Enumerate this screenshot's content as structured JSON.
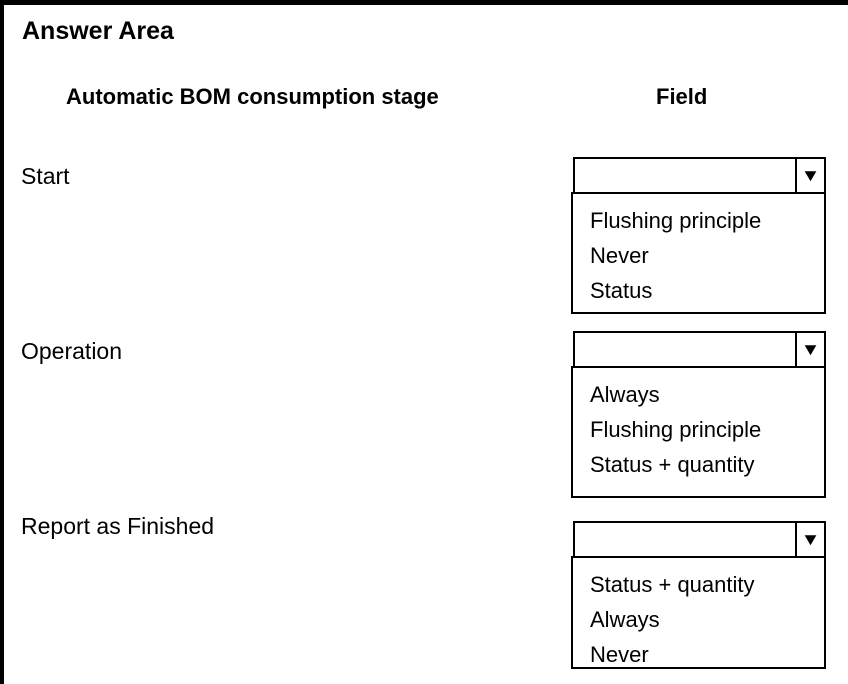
{
  "title": "Answer Area",
  "columns": {
    "stage": "Automatic BOM consumption stage",
    "field": "Field"
  },
  "icons": {
    "dropdown_arrow": "▼"
  },
  "rows": [
    {
      "label": "Start",
      "value": "",
      "options": [
        "Flushing principle",
        "Never",
        "Status"
      ]
    },
    {
      "label": "Operation",
      "value": "",
      "options": [
        "Always",
        "Flushing principle",
        "Status + quantity"
      ]
    },
    {
      "label": "Report as Finished",
      "value": "",
      "options": [
        "Status + quantity",
        "Always",
        "Never"
      ]
    }
  ],
  "colors": {
    "background": "#ffffff",
    "border": "#000000",
    "text": "#000000"
  }
}
